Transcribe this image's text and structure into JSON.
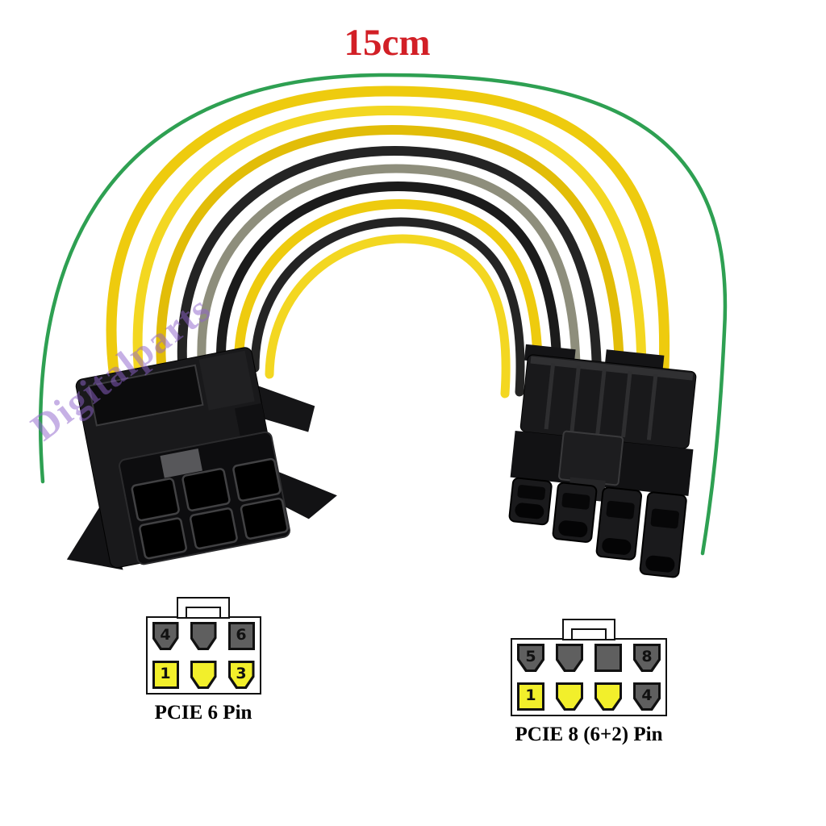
{
  "annotation": {
    "length_label": "15cm",
    "length_label_color": "#d21f26",
    "arc_color": "#2ea052"
  },
  "watermark": {
    "text": "Digitalparts",
    "color": "#8f63cc"
  },
  "photo": {
    "colors": {
      "wire_yellow": "#eecb0e",
      "wire_yellow_light": "#f3d721",
      "wire_yellow_dark": "#e2bd08",
      "wire_black": "#242424",
      "wire_black_dark": "#1b1b1b",
      "wire_gray": "#8e8e7c",
      "connector_black": "#19191b"
    }
  },
  "diagrams": {
    "colors": {
      "gray": "#5f5f5f",
      "yellow": "#f2ef2b"
    },
    "pcie6": {
      "label": "PCIE 6 Pin",
      "rows": [
        [
          {
            "label": "4",
            "color": "gray",
            "shape": "chamfer"
          },
          {
            "label": "",
            "color": "gray",
            "shape": "chamfer"
          },
          {
            "label": "6",
            "color": "gray",
            "shape": "square"
          }
        ],
        [
          {
            "label": "1",
            "color": "yellow",
            "shape": "square"
          },
          {
            "label": "",
            "color": "yellow",
            "shape": "chamfer"
          },
          {
            "label": "3",
            "color": "yellow",
            "shape": "chamfer"
          }
        ]
      ]
    },
    "pcie8": {
      "label": "PCIE 8 (6+2) Pin",
      "rows": [
        [
          {
            "label": "5",
            "color": "gray",
            "shape": "chamfer"
          },
          {
            "label": "",
            "color": "gray",
            "shape": "chamfer"
          },
          {
            "label": "",
            "color": "gray",
            "shape": "square"
          },
          {
            "label": "8",
            "color": "gray",
            "shape": "chamfer"
          }
        ],
        [
          {
            "label": "1",
            "color": "yellow",
            "shape": "square"
          },
          {
            "label": "",
            "color": "yellow",
            "shape": "chamfer"
          },
          {
            "label": "",
            "color": "yellow",
            "shape": "chamfer"
          },
          {
            "label": "4",
            "color": "gray",
            "shape": "chamfer"
          }
        ]
      ]
    }
  }
}
